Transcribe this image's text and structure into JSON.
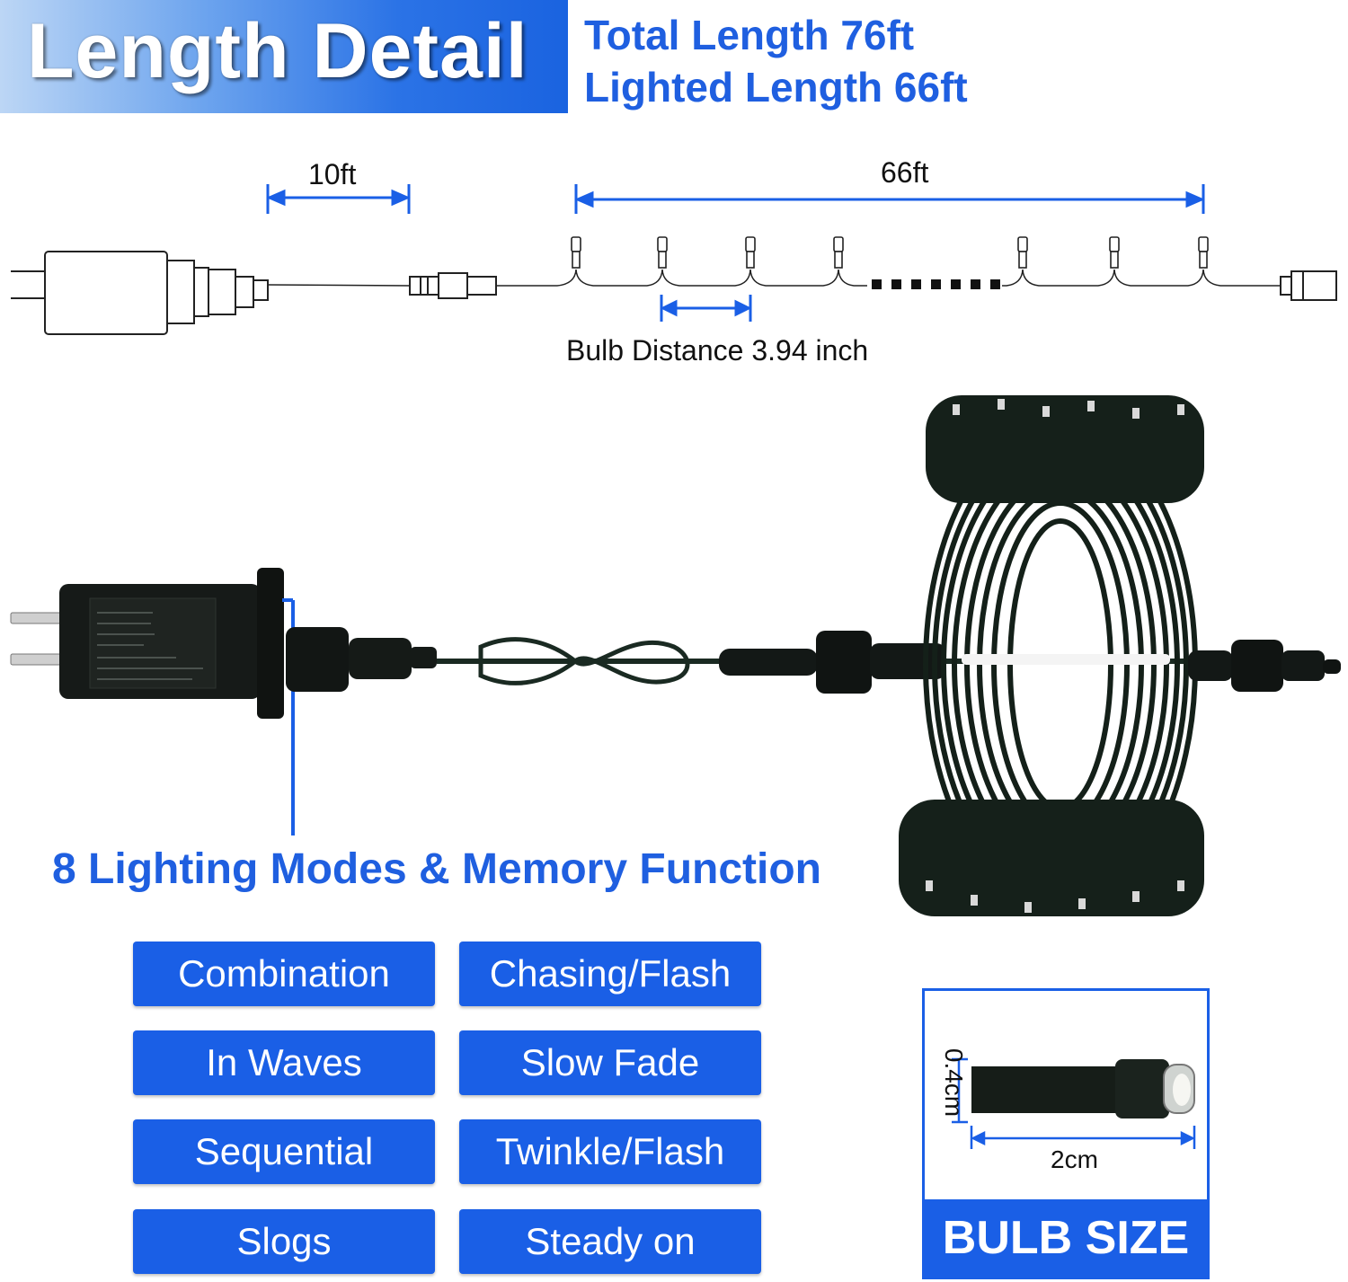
{
  "header": {
    "title": "Length Detail",
    "total_length": "Total Length 76ft",
    "lighted_length": "Lighted Length 66ft"
  },
  "diagram": {
    "lead_length": "10ft",
    "lighted_length": "66ft",
    "bulb_distance": "Bulb Distance 3.94 inch"
  },
  "features": {
    "modes_title": "8 Lighting Modes & Memory Function",
    "modes": [
      "Combination",
      "Chasing/Flash",
      "In Waves",
      "Slow Fade",
      "Sequential",
      "Twinkle/Flash",
      "Slogs",
      "Steady on"
    ]
  },
  "bulb": {
    "title": "BULB SIZE",
    "width": "2cm",
    "height": "0.4cm"
  },
  "colors": {
    "brand_blue": "#1a5fe6",
    "text_blue": "#1f5fe0",
    "wire": "#1a2a22"
  }
}
